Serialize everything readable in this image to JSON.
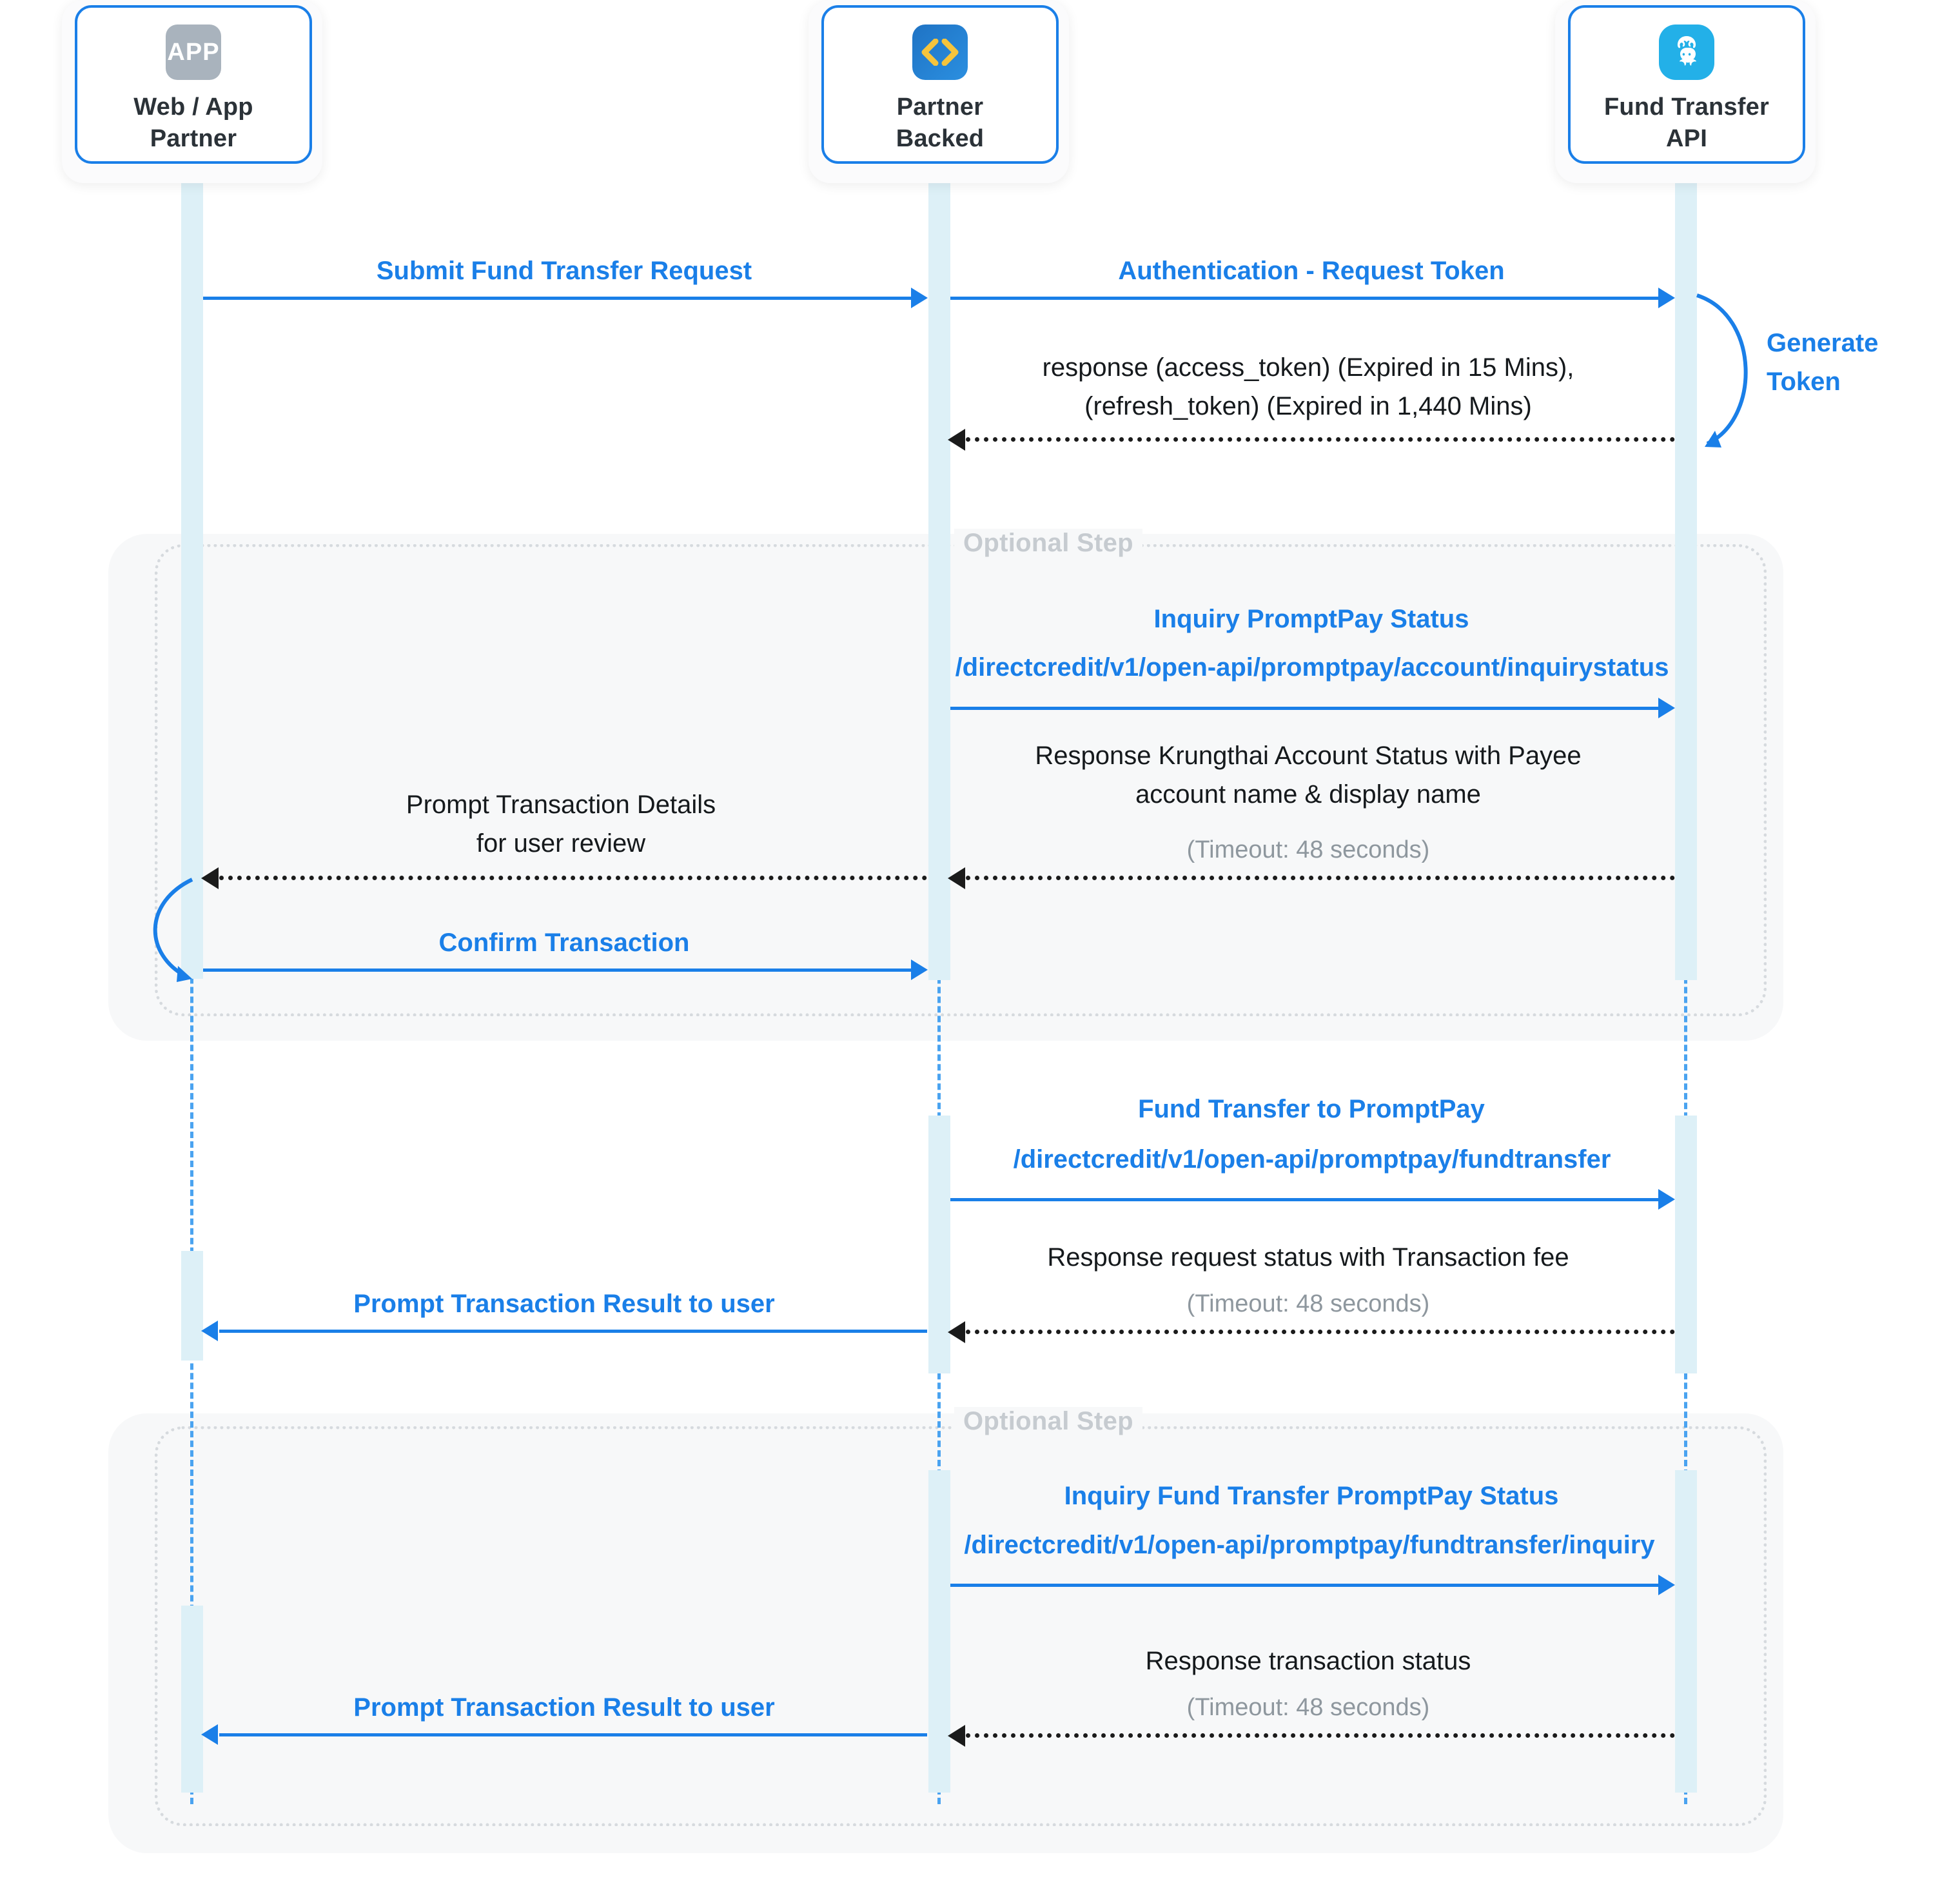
{
  "diagram": {
    "title": "Fund Transfer PromptPay sequence diagram",
    "accent_blue": "#1a7fe8",
    "lifeline_blue": "#4aa3f0",
    "activation_fill": "#ddf0f7",
    "optional_gray": "#c6cbd0"
  },
  "actors": [
    {
      "id": "web-app-partner",
      "name_line1": "Web / App",
      "name_line2": "Partner",
      "icon": "app-badge-icon",
      "icon_text": "APP"
    },
    {
      "id": "partner-backed",
      "name_line1": "Partner",
      "name_line2": "Backed",
      "icon": "code-brackets-icon",
      "icon_text": "<>"
    },
    {
      "id": "fund-transfer-api",
      "name_line1": "Fund Transfer",
      "name_line2": "API",
      "icon": "krungthai-bank-logo-icon",
      "icon_text": ""
    }
  ],
  "fragments": [
    {
      "id": "optional-step-1",
      "label": "Optional Step"
    },
    {
      "id": "optional-step-2",
      "label": "Optional Step"
    }
  ],
  "messages": [
    {
      "id": "submit-fund-transfer-request",
      "label": "Submit Fund Transfer Request",
      "from": "web-app-partner",
      "to": "partner-backed",
      "style": "solid",
      "color": "blue",
      "direction": "right"
    },
    {
      "id": "authentication-request-token",
      "label": "Authentication - Request Token",
      "from": "partner-backed",
      "to": "fund-transfer-api",
      "style": "solid",
      "color": "blue",
      "direction": "right"
    },
    {
      "id": "generate-token",
      "label_line1": "Generate",
      "label_line2": "Token",
      "on": "fund-transfer-api",
      "style": "self-loop",
      "color": "blue"
    },
    {
      "id": "token-response",
      "label_line1": "response (access_token) (Expired in 15 Mins),",
      "label_line2": "(refresh_token) (Expired in 1,440 Mins)",
      "from": "fund-transfer-api",
      "to": "partner-backed",
      "style": "dotted",
      "color": "black",
      "direction": "left"
    },
    {
      "id": "inquiry-promptpay-status",
      "label": "Inquiry PromptPay Status",
      "endpoint": "/directcredit/v1/open-api/promptpay/account/inquirystatus",
      "from": "partner-backed",
      "to": "fund-transfer-api",
      "style": "solid",
      "color": "blue",
      "direction": "right"
    },
    {
      "id": "response-krungthai-account-status",
      "label_line1": "Response Krungthai Account Status with Payee",
      "label_line2": "account name & display name",
      "timeout": "(Timeout: 48 seconds)",
      "from": "fund-transfer-api",
      "to": "partner-backed",
      "style": "dotted",
      "color": "black",
      "direction": "left"
    },
    {
      "id": "prompt-transaction-details",
      "label_line1": "Prompt Transaction Details",
      "label_line2": "for user review",
      "from": "partner-backed",
      "to": "web-app-partner",
      "style": "dotted",
      "color": "black",
      "direction": "left"
    },
    {
      "id": "user-review-self-loop",
      "on": "web-app-partner",
      "style": "self-loop",
      "color": "blue",
      "label": ""
    },
    {
      "id": "confirm-transaction",
      "label": "Confirm Transaction",
      "from": "web-app-partner",
      "to": "partner-backed",
      "style": "solid",
      "color": "blue",
      "direction": "right"
    },
    {
      "id": "fund-transfer-to-promptpay",
      "label": "Fund Transfer to PromptPay",
      "endpoint": "/directcredit/v1/open-api/promptpay/fundtransfer",
      "from": "partner-backed",
      "to": "fund-transfer-api",
      "style": "solid",
      "color": "blue",
      "direction": "right"
    },
    {
      "id": "response-request-status-with-fee",
      "label": "Response request status with Transaction fee",
      "timeout": "(Timeout: 48 seconds)",
      "from": "fund-transfer-api",
      "to": "partner-backed",
      "style": "dotted",
      "color": "black",
      "direction": "left"
    },
    {
      "id": "prompt-transaction-result-1",
      "label": "Prompt Transaction Result to user",
      "from": "partner-backed",
      "to": "web-app-partner",
      "style": "solid",
      "color": "blue",
      "direction": "left"
    },
    {
      "id": "inquiry-fund-transfer-promptpay-status",
      "label": "Inquiry Fund Transfer PromptPay Status",
      "endpoint": "/directcredit/v1/open-api/promptpay/fundtransfer/inquiry",
      "from": "partner-backed",
      "to": "fund-transfer-api",
      "style": "solid",
      "color": "blue",
      "direction": "right"
    },
    {
      "id": "response-transaction-status",
      "label": "Response transaction status",
      "timeout": "(Timeout: 48 seconds)",
      "from": "fund-transfer-api",
      "to": "partner-backed",
      "style": "dotted",
      "color": "black",
      "direction": "left"
    },
    {
      "id": "prompt-transaction-result-2",
      "label": "Prompt Transaction Result to user",
      "from": "partner-backed",
      "to": "web-app-partner",
      "style": "solid",
      "color": "blue",
      "direction": "left"
    }
  ]
}
